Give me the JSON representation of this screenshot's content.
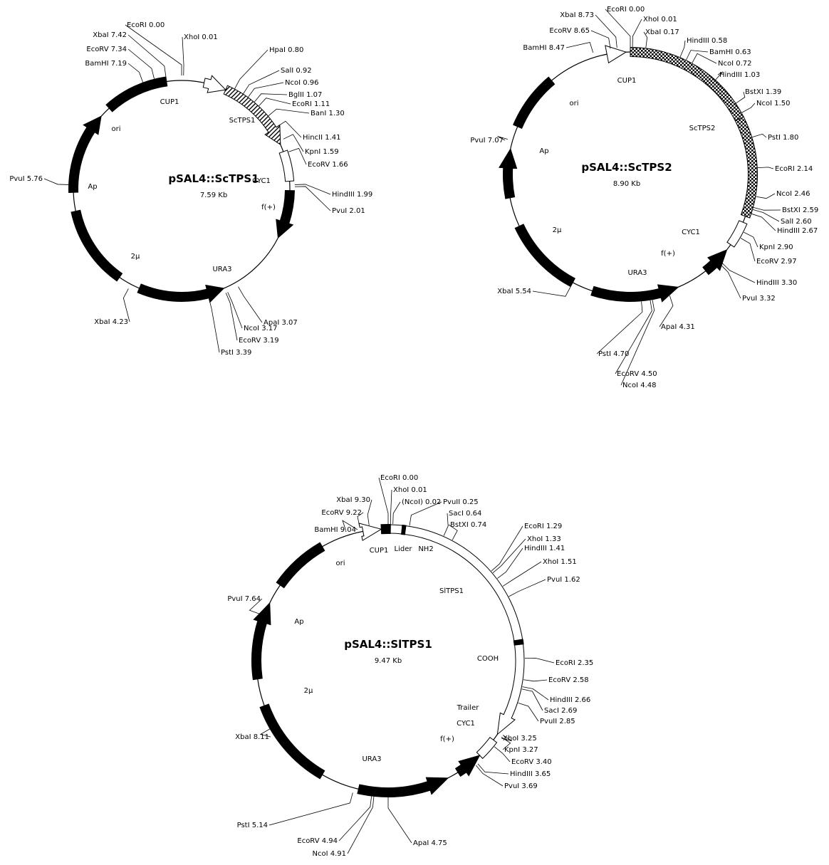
{
  "maps": [
    {
      "id": "scTPS1",
      "title": "pSAL4::ScTPS1",
      "size": "7.59 Kb",
      "features": [
        {
          "label": "CUP1"
        },
        {
          "label": "ScTPS1"
        },
        {
          "label": "CYC1"
        },
        {
          "label": "f(+)"
        },
        {
          "label": "URA3"
        },
        {
          "label": "2μ"
        },
        {
          "label": "Ap"
        },
        {
          "label": "ori"
        }
      ],
      "sites": [
        {
          "label": "EcoRI 0.00"
        },
        {
          "label": "XhoI 0.01"
        },
        {
          "label": "HpaI 0.80"
        },
        {
          "label": "SalI 0.92"
        },
        {
          "label": "NcoI 0.96"
        },
        {
          "label": "BglII 1.07"
        },
        {
          "label": "EcoRI 1.11"
        },
        {
          "label": "BanI 1.30"
        },
        {
          "label": "HincII 1.41"
        },
        {
          "label": "KpnI 1.59"
        },
        {
          "label": "EcoRV 1.66"
        },
        {
          "label": "HindIII 1.99"
        },
        {
          "label": "PvuI 2.01"
        },
        {
          "label": "ApaI 3.07"
        },
        {
          "label": "NcoI 3.17"
        },
        {
          "label": "EcoRV 3.19"
        },
        {
          "label": "PstI 3.39"
        },
        {
          "label": "XbaI 4.23"
        },
        {
          "label": "PvuI 5.76"
        },
        {
          "label": "BamHI 7.19"
        },
        {
          "label": "EcoRV 7.34"
        },
        {
          "label": "XbaI 7.42"
        }
      ]
    },
    {
      "id": "scTPS2",
      "title": "pSAL4::ScTPS2",
      "size": "8.90 Kb",
      "features": [
        {
          "label": "CUP1"
        },
        {
          "label": "ScTPS2"
        },
        {
          "label": "CYC1"
        },
        {
          "label": "f(+)"
        },
        {
          "label": "URA3"
        },
        {
          "label": "2μ"
        },
        {
          "label": "Ap"
        },
        {
          "label": "ori"
        }
      ],
      "sites": [
        {
          "label": "EcoRI 0.00"
        },
        {
          "label": "XhoI 0.01"
        },
        {
          "label": "XbaI 0.17"
        },
        {
          "label": "HindIII 0.58"
        },
        {
          "label": "BamHI 0.63"
        },
        {
          "label": "NcoI 0.72"
        },
        {
          "label": "HindIII 1.03"
        },
        {
          "label": "BstXI 1.39"
        },
        {
          "label": "NcoI 1.50"
        },
        {
          "label": "PstI 1.80"
        },
        {
          "label": "EcoRI 2.14"
        },
        {
          "label": "NcoI 2.46"
        },
        {
          "label": "BstXI 2.59"
        },
        {
          "label": "SalI 2.60"
        },
        {
          "label": "HindIII 2.67"
        },
        {
          "label": "KpnI 2.90"
        },
        {
          "label": "EcoRV 2.97"
        },
        {
          "label": "HindIII 3.30"
        },
        {
          "label": "PvuI 3.32"
        },
        {
          "label": "ApaI 4.31"
        },
        {
          "label": "NcoI 4.48"
        },
        {
          "label": "EcoRV 4.50"
        },
        {
          "label": "PstI 4.70"
        },
        {
          "label": "XbaI 5.54"
        },
        {
          "label": "PvuI 7.07"
        },
        {
          "label": "BamHI 8.47"
        },
        {
          "label": "EcoRV 8.65"
        },
        {
          "label": "XbaI 8.73"
        }
      ]
    },
    {
      "id": "slTPS1",
      "title": "pSAL4::SlTPS1",
      "size": "9.47 Kb",
      "features": [
        {
          "label": "CUP1"
        },
        {
          "label": "Lider"
        },
        {
          "label": "NH2"
        },
        {
          "label": "SlTPS1"
        },
        {
          "label": "COOH"
        },
        {
          "label": "Trailer"
        },
        {
          "label": "CYC1"
        },
        {
          "label": "f(+)"
        },
        {
          "label": "URA3"
        },
        {
          "label": "2μ"
        },
        {
          "label": "Ap"
        },
        {
          "label": "ori"
        }
      ],
      "sites": [
        {
          "label": "EcoRI 0.00"
        },
        {
          "label": "XhoI 0.01"
        },
        {
          "label": "(NcoI) 0.02"
        },
        {
          "label": "PvuII 0.25"
        },
        {
          "label": "SacI 0.64"
        },
        {
          "label": "BstXI 0.74"
        },
        {
          "label": "EcoRI 1.29"
        },
        {
          "label": "XhoI 1.33"
        },
        {
          "label": "HindIII 1.41"
        },
        {
          "label": "XhoI 1.51"
        },
        {
          "label": "PvuI 1.62"
        },
        {
          "label": "EcoRI 2.35"
        },
        {
          "label": "EcoRV 2.58"
        },
        {
          "label": "HindIII 2.66"
        },
        {
          "label": "SacI 2.69"
        },
        {
          "label": "PvuII 2.85"
        },
        {
          "label": "XhoI 3.25"
        },
        {
          "label": "KpnI 3.27"
        },
        {
          "label": "EcoRV 3.40"
        },
        {
          "label": "HindIII 3.65"
        },
        {
          "label": "PvuI 3.69"
        },
        {
          "label": "ApaI 4.75"
        },
        {
          "label": "NcoI 4.91"
        },
        {
          "label": "EcoRV 4.94"
        },
        {
          "label": "PstI 5.14"
        },
        {
          "label": "XbaI 8.11"
        },
        {
          "label": "PvuI 7.64"
        },
        {
          "label": "BamHI 9.04"
        },
        {
          "label": "EcoRV 9.22"
        },
        {
          "label": "XbaI 9.30"
        }
      ]
    }
  ]
}
